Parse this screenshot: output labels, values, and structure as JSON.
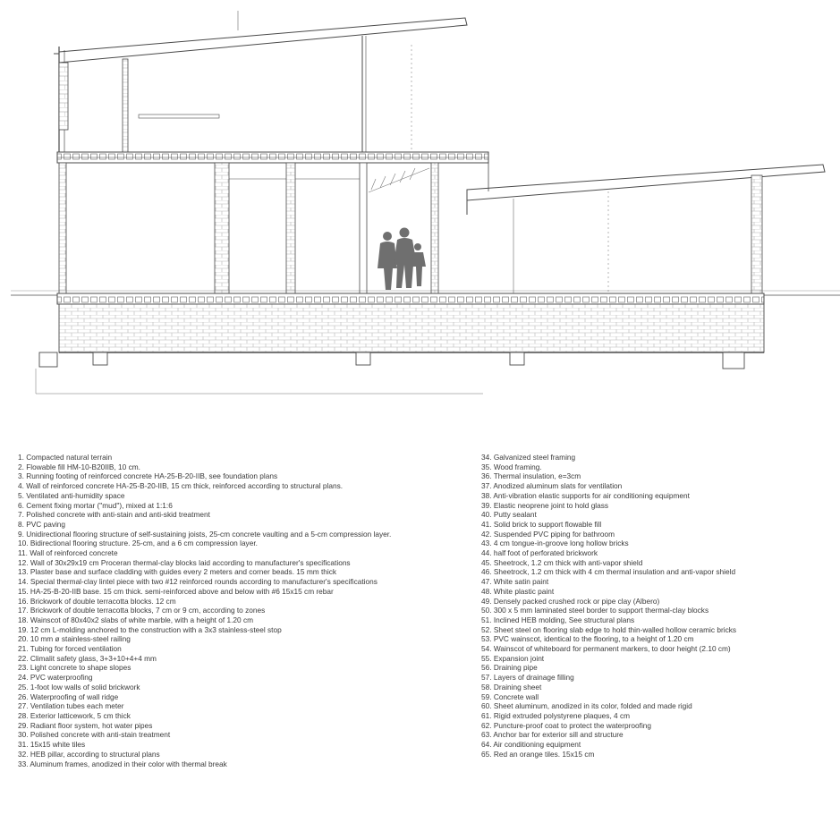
{
  "legend_left": [
    "1. Compacted natural terrain",
    "2. Flowable fill HM-10-B20IIB, 10 cm.",
    "3. Running footing of reinforced concrete HA-25-B-20-IIB, see foundation plans",
    "4. Wall of reinforced concrete HA-25-B-20-IIB, 15 cm thick, reinforced according to structural plans.",
    "5. Ventilated anti-humidity space",
    "6. Cement fixing mortar (\"mud\"), mixed at 1:1:6",
    "7. Polished concrete with anti-stain and anti-skid treatment",
    "8. PVC paving",
    "9. Unidirectional flooring structure of self-sustaining joists, 25-cm concrete vaulting and a 5-cm compression layer.",
    "10. Bidirectional flooring structure. 25-cm, and a 6 cm compression layer.",
    "11. Wall of reinforced concrete",
    "12. Wall of 30x29x19 cm Proceran thermal-clay blocks laid according to manufacturer's specifications",
    "13. Plaster base and surface cladding with guides every 2 meters and corner beads. 15 mm thick",
    "14. Special thermal-clay lintel piece with two #12 reinforced rounds according to manufacturer's specifications",
    "15. HA-25-B-20-IIB base. 15 cm thick. semi-reinforced above and below with #6 15x15 cm rebar",
    "16. Brickwork of double terracotta blocks. 12 cm",
    "17. Brickwork of double terracotta blocks, 7 cm or 9 cm, according to zones",
    "18. Wainscot of 80x40x2 slabs of white marble, with a height of 1.20 cm",
    "19. 12 cm L-molding anchored to the construction with a 3x3 stainless-steel stop",
    "20. 10 mm ø stainless-steel railing",
    "21. Tubing for forced ventilation",
    "22. Climalit safety glass, 3+3+10+4+4 mm",
    "23. Light concrete to shape slopes",
    "24. PVC waterproofing",
    "25. 1-foot low walls of solid brickwork",
    "26. Waterproofing of wall ridge",
    "27. Ventilation tubes each meter",
    "28. Exterior latticework, 5 cm thick",
    "29. Radiant floor system, hot water pipes",
    "30. Polished concrete with anti-stain treatment",
    "31. 15x15 white tiles",
    "32. HEB pillar, according to structural plans",
    "33. Aluminum frames, anodized in their color with thermal break"
  ],
  "legend_right": [
    "34. Galvanized steel framing",
    "35. Wood framing.",
    "36. Thermal insulation, e=3cm",
    "37. Anodized aluminum slats for ventilation",
    "38. Anti-vibration elastic supports for air conditioning equipment",
    "39. Elastic neoprene joint to hold glass",
    "40. Putty sealant",
    "41. Solid brick to support flowable fill",
    "42. Suspended PVC piping for bathroom",
    "43. 4 cm tongue-in-groove long hollow bricks",
    "44. half foot of perforated brickwork",
    "45. Sheetrock, 1.2 cm thick with anti-vapor shield",
    "46. Sheetrock, 1.2 cm thick with 4 cm thermal insulation and anti-vapor shield",
    "47. White satin paint",
    "48. White plastic paint",
    "49. Densely packed crushed rock or pipe clay (Albero)",
    "50. 300 x 5 mm laminated steel border to support thermal-clay blocks",
    "51. Inclined HEB molding, See structural plans",
    "52. Sheet steel on flooring slab edge to hold thin-walled hollow ceramic bricks",
    "53. PVC wainscot, identical to the flooring, to a height of 1.20 cm",
    "54. Wainscot of whiteboard for permanent markers, to door height (2.10 cm)",
    "55. Expansion joint",
    "56. Draining pipe",
    "57. Layers of drainage filling",
    "58. Draining sheet",
    "59. Concrete wall",
    "60. Sheet aluminum, anodized in its color, folded and made rigid",
    "61. Rigid extruded polystyrene plaques, 4 cm",
    "62. Puncture-proof coat to protect the waterproofing",
    "63. Anchor bar for exterior sill and structure",
    "64. Air conditioning equipment",
    "65. Red an orange tiles. 15x15 cm"
  ],
  "colors": {
    "line": "#4a4a4a",
    "figure": "#6f6f6f",
    "text": "#3a3a3a"
  }
}
